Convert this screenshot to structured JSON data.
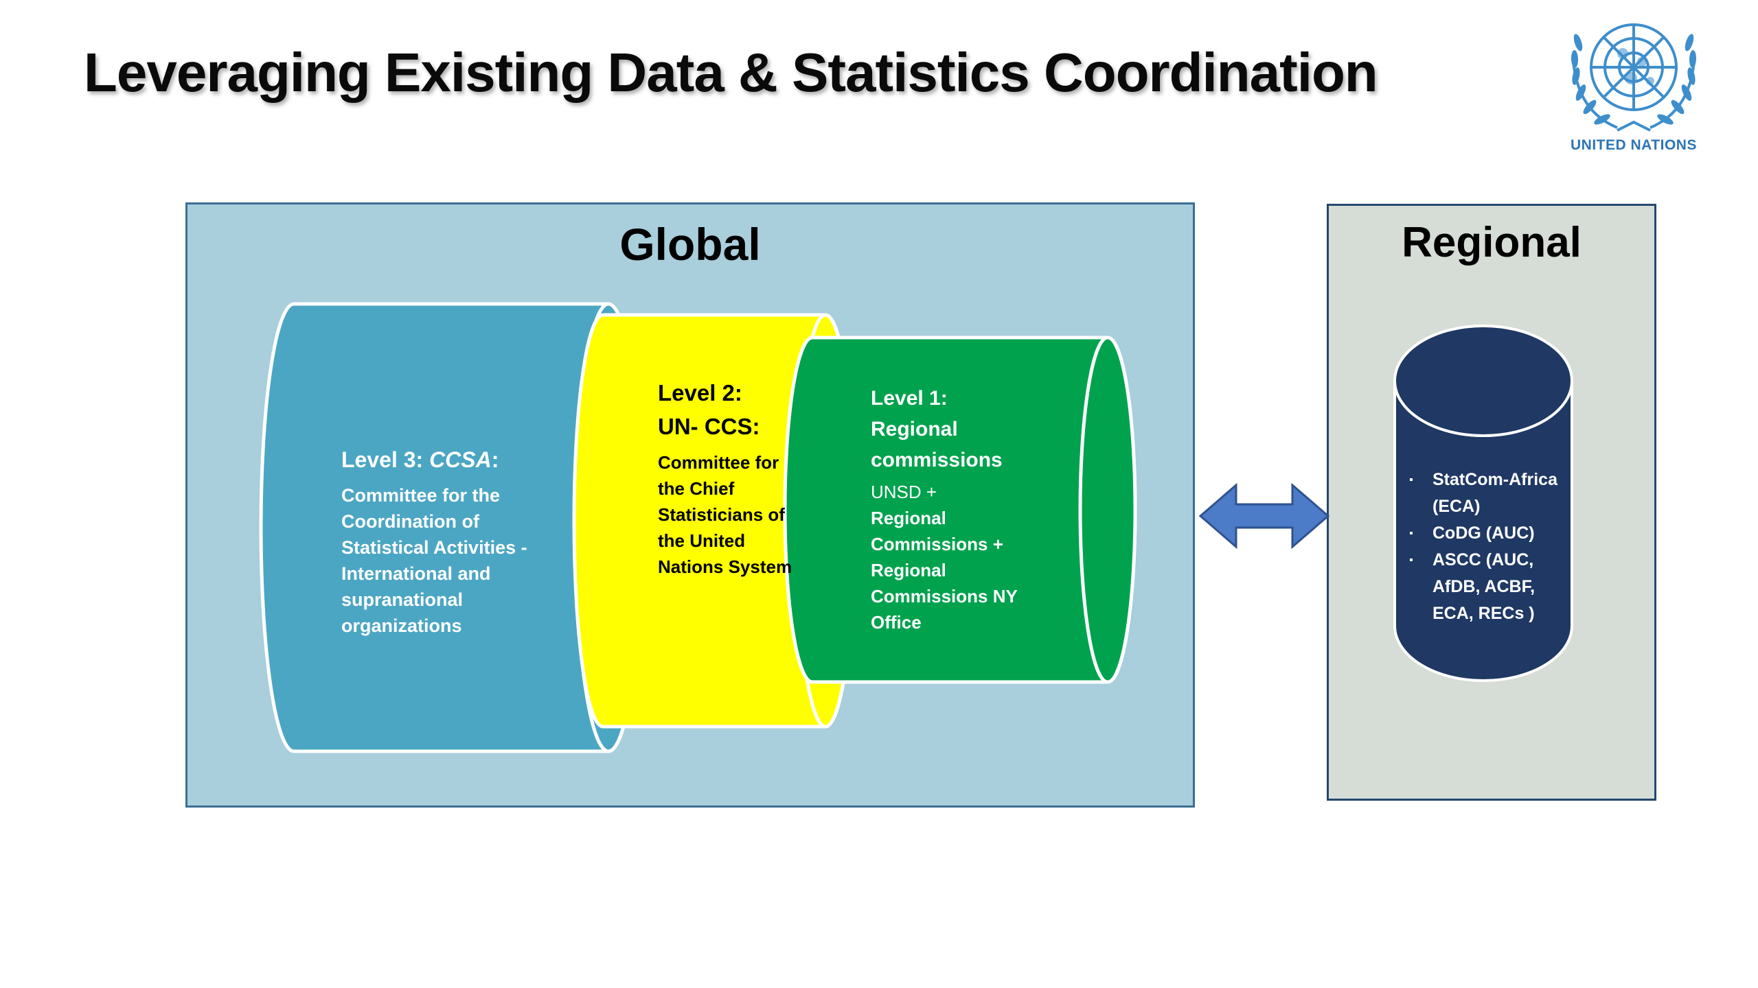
{
  "slide_title": "Leveraging Existing Data & Statistics Coordination",
  "logo": {
    "caption": "UNITED NATIONS"
  },
  "global_panel": {
    "title": "Global",
    "level3": {
      "label": "Level 3: ",
      "label_acronym": "CCSA",
      "label_colon": ":",
      "body": "Committee for the Coordination of Statistical Activities - International and supranational organizations"
    },
    "level2": {
      "label_line1": "Level 2:",
      "label_line2": "UN- CCS:",
      "body": "Committee for the Chief Statisticians of the United Nations System"
    },
    "level1": {
      "label_line1": "Level 1:",
      "label_line2": "Regional commissions",
      "body_intro": "UNSD +",
      "body_main": "Regional Commissions + Regional Commissions NY Office"
    }
  },
  "regional_panel": {
    "title": "Regional",
    "bullets": [
      "StatCom-Africa (ECA)",
      "CoDG (AUC)",
      "ASCC (AUC, AfDB, ACBF, ECA, RECs )"
    ]
  },
  "icons": {
    "bullet": "▪"
  },
  "colors": {
    "level3_cylinder": "#4BA6C3",
    "level2_cylinder": "#FFFF00",
    "level1_cylinder": "#00A24E",
    "regional_cylinder": "#1F3864",
    "global_panel_fill": "#A9CEDC",
    "regional_panel_fill": "#D6DCD6",
    "arrow": "#4C7CC7",
    "un_blue": "#3E8ECC",
    "caption_blue": "#2E74B5"
  }
}
